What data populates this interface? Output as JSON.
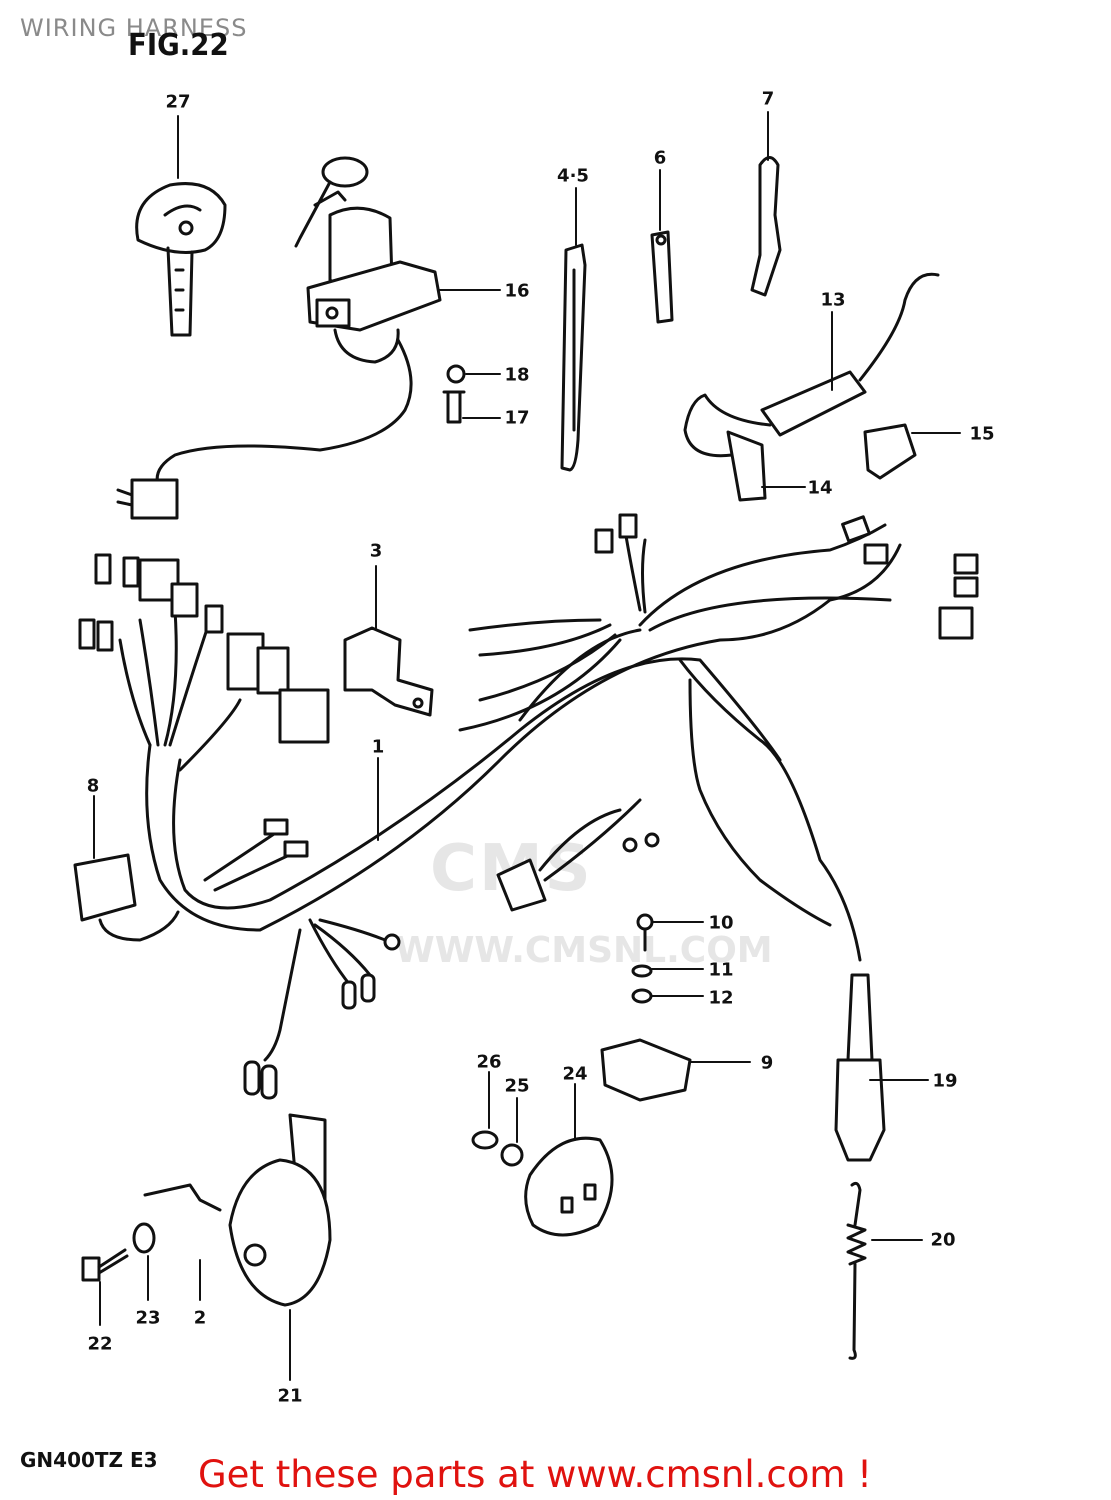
{
  "header": {
    "title": "WIRING HARNESS",
    "figure": "FIG.22"
  },
  "watermark": {
    "brand": "CMS",
    "url": "WWW.CMSNL.COM"
  },
  "footer": {
    "model": "GN400TZ E3",
    "cta": "Get these parts at www.cmsnl.com !"
  },
  "parts": {
    "p1": "1",
    "p2": "2",
    "p3": "3",
    "p45": "4·5",
    "p6": "6",
    "p7": "7",
    "p8": "8",
    "p9": "9",
    "p10": "10",
    "p11": "11",
    "p12": "12",
    "p13": "13",
    "p14": "14",
    "p15": "15",
    "p16": "16",
    "p17": "17",
    "p18": "18",
    "p19": "19",
    "p20": "20",
    "p21": "21",
    "p22": "22",
    "p23": "23",
    "p24": "24",
    "p25": "25",
    "p26": "26",
    "p27": "27"
  },
  "colors": {
    "ink": "#111111",
    "cta": "#e0120f",
    "header": "#8a8a8a",
    "watermark": "#e6e6e6"
  }
}
